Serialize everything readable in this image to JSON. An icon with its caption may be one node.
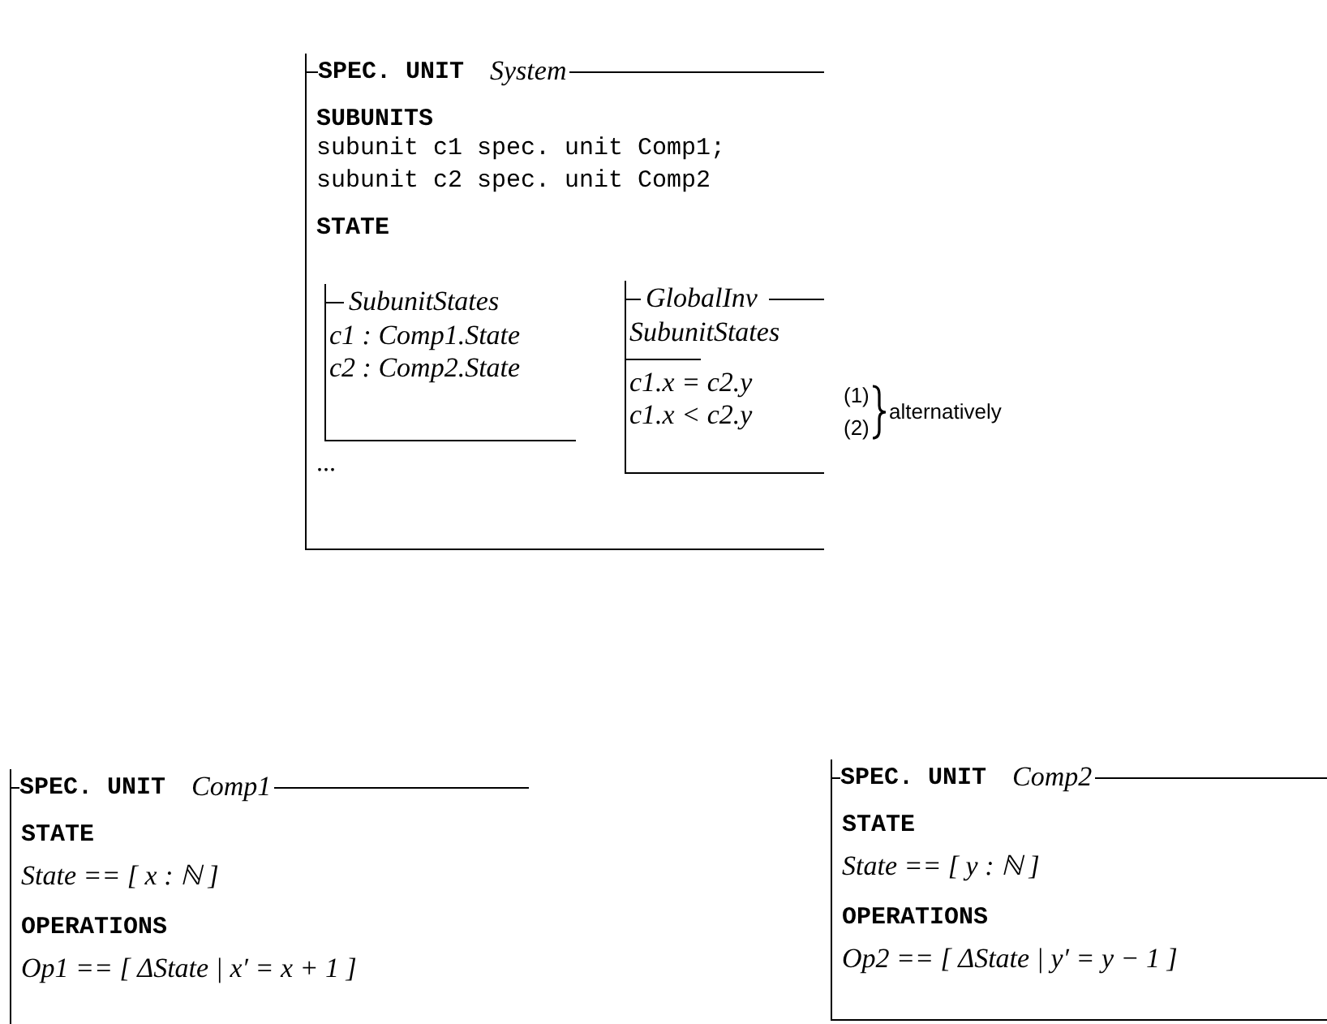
{
  "diagram": {
    "nodes": [
      {
        "text": [
          "SPEC. UNIT",
          "System",
          "SUBUNITS",
          "subunit c1 spec. unit Comp1;",
          "subunit c2 spec. unit Comp2",
          "STATE",
          "..."
        ]
      },
      {
        "text": [
          "SubunitStates",
          "c1 : Comp1.State",
          "c2 : Comp2.State"
        ],
        "in": 0
      },
      {
        "text": [
          "GlobalInv",
          "SubunitStates",
          "c1.x = c2.y",
          "c1.x < c2.y"
        ],
        "in": 0
      },
      {
        "text": [
          "SPEC. UNIT",
          "Comp1",
          "STATE",
          "State == [ x : ℕ ]",
          "OPERATIONS",
          "Op1 == [ ΔState | x′ = x + 1 ]"
        ]
      },
      {
        "text": [
          "SPEC. UNIT",
          "Comp2",
          "STATE",
          "State == [ y : ℕ ]",
          "OPERATIONS",
          "Op2 == [ ΔState | y′ = y − 1 ]"
        ]
      }
    ],
    "labels": [
      "(1)",
      "(2)",
      "alternatively"
    ]
  }
}
